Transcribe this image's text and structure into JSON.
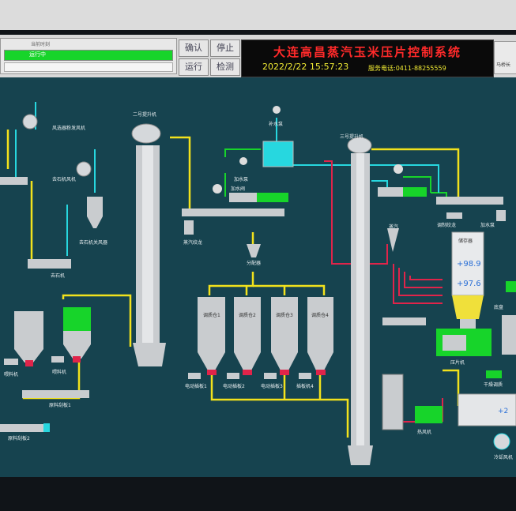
{
  "header": {
    "small_caption": "当前时刻",
    "progress_text": "运行中",
    "progress_value": 1.0,
    "btn_confirm": "确认",
    "btn_run": "运行",
    "btn_stop": "停止",
    "btn_check": "检测",
    "title": "大连高昌蒸汽玉米压片控制系统",
    "datetime": "2022/2/22 15:57:23",
    "phone": "服务电话:0411-88255559",
    "corner": "马桥长"
  },
  "labels": {
    "fan_dust": "风选器粉发风机",
    "stone_fan": "去石机风机",
    "stone_collector": "去石机关风器",
    "stone_remover": "去石机",
    "elevator2": "二号提升机",
    "elevator3": "三号提升机",
    "water_pump": "补水泵",
    "water_valve": "加水泵",
    "add_water_valve": "加水阀",
    "distributor": "分配器",
    "screw_conv": "蒸汽绞龙",
    "temp_conv": "调制绞龙",
    "conveyor_right": "加水泵",
    "steam": "蒸汽",
    "stock_bin": "储存器",
    "flaker": "压片机",
    "feeder_left1": "喂料机",
    "feeder_left2": "喂料机",
    "belt_left1": "原料刮板1",
    "belt_left2": "原料刮板2",
    "tank1": "调质仓1",
    "tank2": "调质仓2",
    "tank3": "调质仓3",
    "tank4": "调质仓4",
    "feeder1": "电动插板1",
    "feeder2": "电动插板2",
    "feeder3": "电动插板3",
    "feeder4": "插板机4",
    "hot_fan": "热风机",
    "cooling": "冷却风机",
    "dryer": "干燥调质",
    "right_edge": "底盘",
    "cooler_fan": "冷却风机",
    "blower": "热风机"
  },
  "values": {
    "temp1": "+98.9",
    "temp2": "+97.6",
    "right_val": "+2"
  },
  "colors": {
    "bg": "#16434f",
    "pipe_yellow": "#f2e21c",
    "pipe_green": "#17d42a",
    "pipe_cyan": "#27d7df",
    "pipe_red": "#e0244a",
    "equip_gray": "#c9cccf",
    "title_red": "#ff2a2a"
  }
}
